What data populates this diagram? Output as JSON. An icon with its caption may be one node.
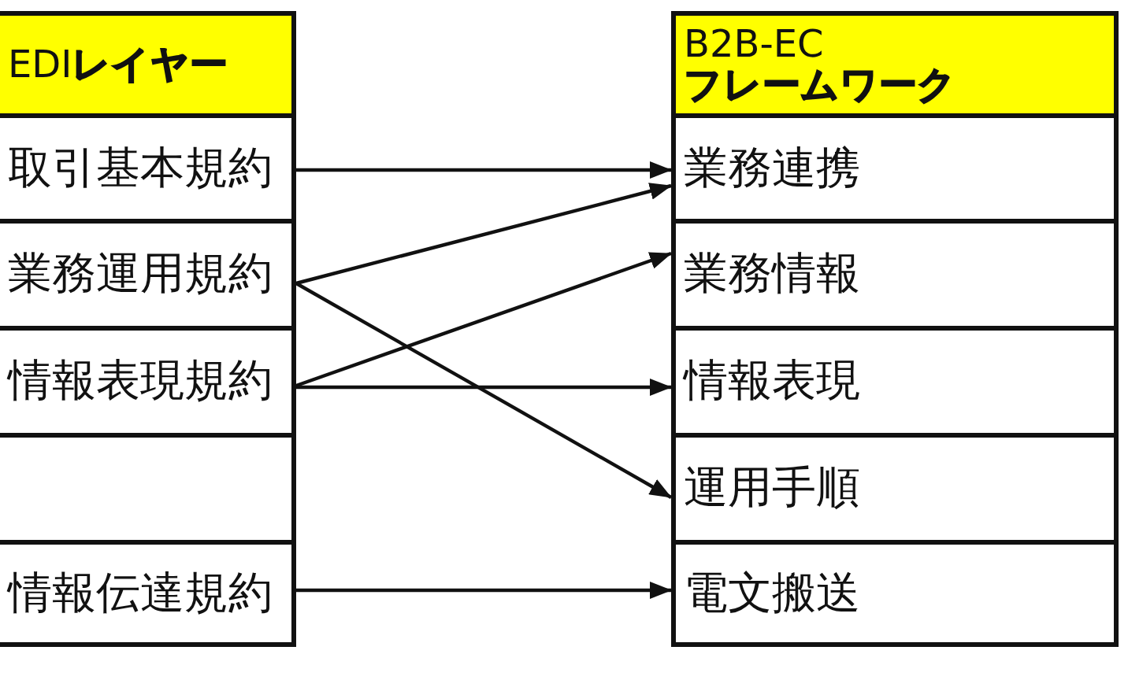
{
  "diagram": {
    "nodes": [
      {
        "text": [
          "EDI**レイヤー**"
        ]
      },
      {
        "text": [
          "取引基本規約"
        ]
      },
      {
        "text": [
          "業務運用規約"
        ]
      },
      {
        "text": [
          "情報表現規約"
        ]
      },
      {
        "text": [],
        "shape": "box"
      },
      {
        "text": [
          "情報伝達規約"
        ]
      },
      {
        "text": [
          "B2B-EC",
          "フレームワーク"
        ]
      },
      {
        "text": [
          "業務連携"
        ]
      },
      {
        "text": [
          "業務情報"
        ]
      },
      {
        "text": [
          "情報表現"
        ]
      },
      {
        "text": [
          "運用手順"
        ]
      },
      {
        "text": [
          "電文搬送"
        ]
      }
    ],
    "edges": [
      {
        "from": 1,
        "to": 7,
        "arrow": "to"
      },
      {
        "from": 2,
        "to": 7,
        "arrow": "to"
      },
      {
        "from": 2,
        "to": 10,
        "arrow": "to"
      },
      {
        "from": 3,
        "to": 8,
        "arrow": "to"
      },
      {
        "from": 3,
        "to": 9,
        "arrow": "to"
      },
      {
        "from": 5,
        "to": 11,
        "arrow": "to"
      }
    ]
  }
}
